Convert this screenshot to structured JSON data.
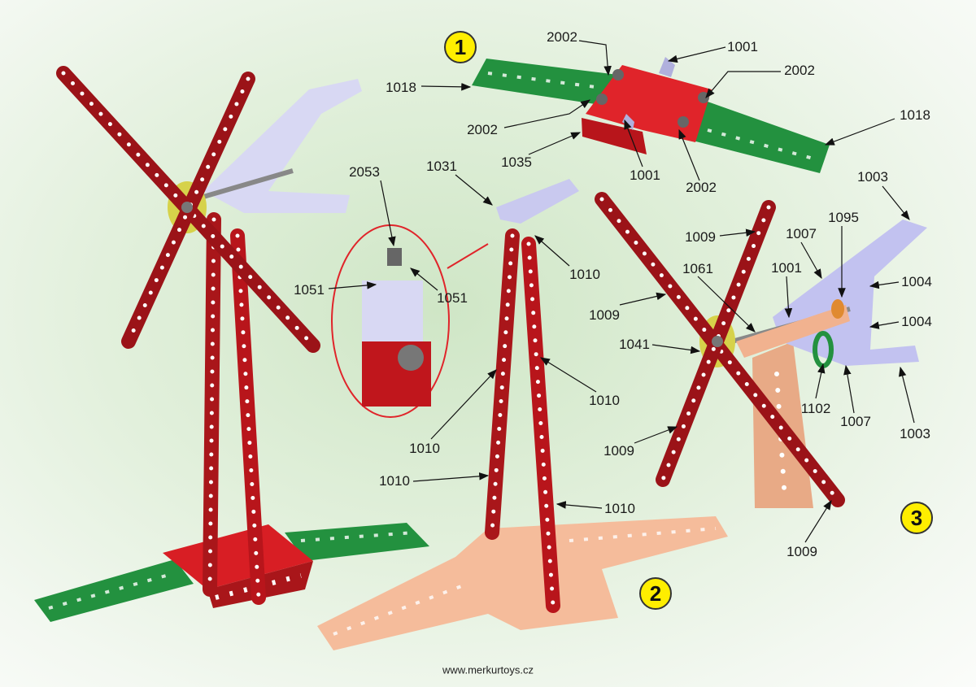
{
  "steps": {
    "s1": "1",
    "s2": "2",
    "s3": "3"
  },
  "labels": {
    "step1": [
      "2002",
      "1001",
      "2002",
      "1018",
      "1018",
      "2002",
      "1035",
      "1001",
      "2002"
    ],
    "step2": [
      "2053",
      "1031",
      "1051",
      "1051",
      "1010",
      "1010",
      "1010",
      "1010",
      "1010"
    ],
    "step3": [
      "1003",
      "1009",
      "1095",
      "1007",
      "1061",
      "1001",
      "1004",
      "1009",
      "1004",
      "1041",
      "1102",
      "1007",
      "1003",
      "1009",
      "1009"
    ]
  },
  "footer": "www.merkurtoys.cz",
  "colors": {
    "red": "#c0161c",
    "darkred": "#8e1014",
    "green": "#23913f",
    "peach": "#f1b28f",
    "lavender": "#b9b9ee",
    "yellow": "#ffee00"
  }
}
